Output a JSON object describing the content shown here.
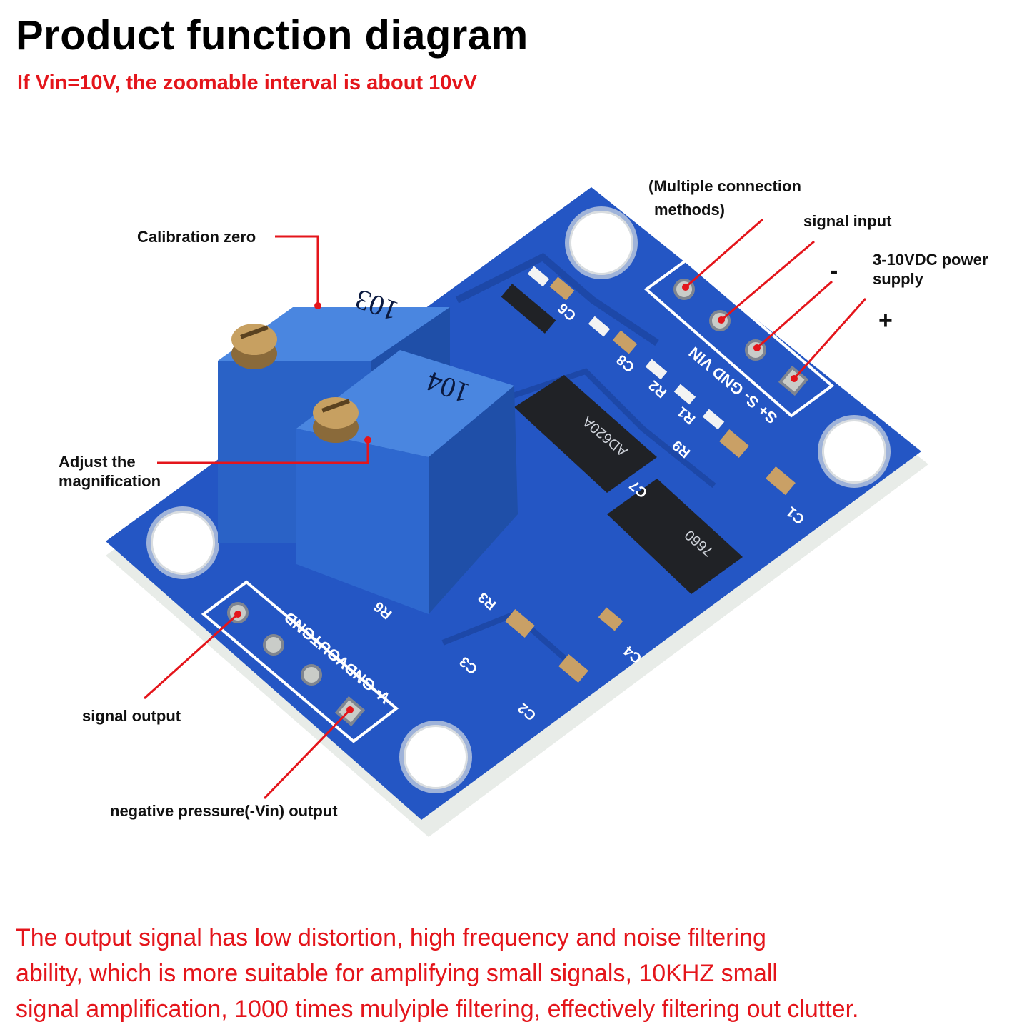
{
  "title": "Product function diagram",
  "subtitle": "If Vin=10V, the zoomable interval is about 10vV",
  "callouts": {
    "multiple_connection_line1": "(Multiple connection",
    "multiple_connection_line2": "methods)",
    "signal_input": "signal input",
    "power_supply_line1": "3-10VDC power",
    "power_supply_line2": "supply",
    "minus": "-",
    "plus": "+",
    "calibration_zero": "Calibration zero",
    "adjust_line1": "Adjust the",
    "adjust_line2": "magnification",
    "signal_output": "signal output",
    "negative_output": "negative pressure(-Vin) output"
  },
  "board": {
    "pot1_marking": "103",
    "pot2_marking": "104",
    "chip1_marking": "AD620A",
    "chip2_marking": "7660",
    "top_header": "S+  S-  GND VIN",
    "bottom_header": "V- GNDVOUTGND",
    "components": [
      "C6",
      "C8",
      "R2",
      "R1",
      "R9",
      "C7",
      "C1",
      "R6",
      "R3",
      "C3",
      "C4",
      "C2"
    ]
  },
  "footer": {
    "line1": "The output signal has low distortion, high frequency and noise filtering",
    "line2": " ability, which is more suitable for amplifying small signals, 10KHZ small",
    "line3": " signal amplification, 1000 times mulyiple filtering, effectively filtering out clutter."
  },
  "colors": {
    "board": "#2456c4",
    "board_dark": "#1a3f9a",
    "pot": "#2f6fd6",
    "callout_line": "#e4151b",
    "text_red": "#e4151b"
  }
}
